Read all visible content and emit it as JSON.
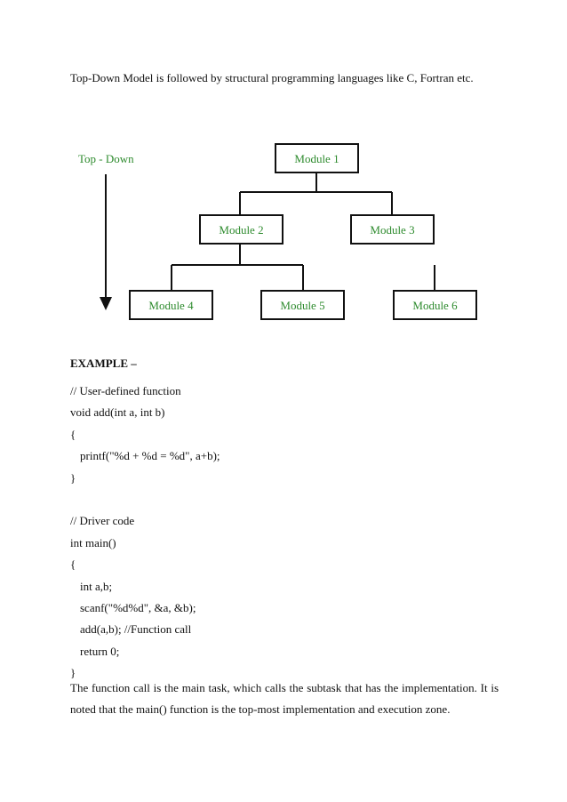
{
  "intro_text": "Top-Down Model is followed by structural programming languages like C, Fortran etc.",
  "diagram": {
    "direction_label": "Top - Down",
    "modules": [
      "Module 1",
      "Module 2",
      "Module 3",
      "Module 4",
      "Module 5",
      "Module 6"
    ],
    "colors": {
      "label": "#2e8b2e",
      "lines": "#111111"
    }
  },
  "example_heading": "EXAMPLE –",
  "code_lines": [
    {
      "text": "// User-defined function",
      "indent": false
    },
    {
      "text": "void add(int a, int b)",
      "indent": false
    },
    {
      "text": "{",
      "indent": false
    },
    {
      "text": "printf(\"%d + %d = %d\", a+b);",
      "indent": true
    },
    {
      "text": "}",
      "indent": false
    },
    {
      "text": "",
      "indent": false
    },
    {
      "text": "// Driver code",
      "indent": false
    },
    {
      "text": "int main()",
      "indent": false
    },
    {
      "text": "{",
      "indent": false
    },
    {
      "text": "int a,b;",
      "indent": true
    },
    {
      "text": "scanf(\"%d%d\", &a, &b);",
      "indent": true
    },
    {
      "text": "add(a,b); //Function call",
      "indent": true
    },
    {
      "text": "return 0;",
      "indent": true
    },
    {
      "text": "}",
      "indent": false
    }
  ],
  "closing_text": "The function call is the main task, which calls the subtask that has the implementation. It is noted that the main() function is the top-most implementation and execution zone."
}
